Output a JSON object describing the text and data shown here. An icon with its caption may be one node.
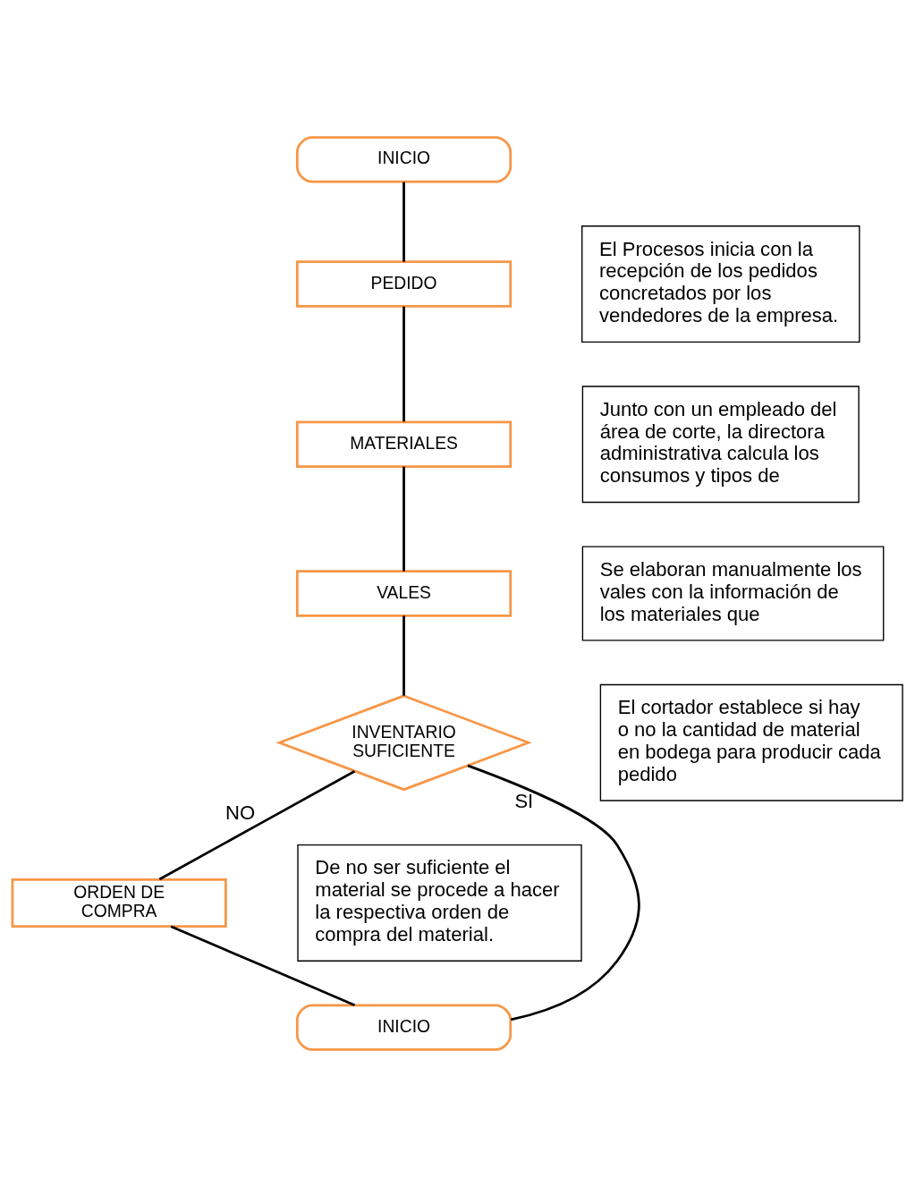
{
  "diagram": {
    "nodes": [
      {
        "text": [
          "INICIO"
        ]
      },
      {
        "text": [
          "PEDIDO"
        ]
      },
      {
        "text": [
          "MATERIALES"
        ]
      },
      {
        "text": [
          "VALES"
        ]
      },
      {
        "text": [
          "INVENTARIO SUFICIENTE"
        ]
      },
      {
        "text": [
          "ORDEN DE COMPRA"
        ]
      },
      {
        "text": [
          "INICIO"
        ]
      },
      {
        "text": [
          "El Procesos inicia con la recepción de los pedidos concretados por los vendedores de la empresa."
        ]
      },
      {
        "text": [
          "Junto con un empleado del área de corte, la directora administrativa calcula los consumos y tipos de"
        ]
      },
      {
        "text": [
          "Se elaboran manualmente los vales con la información de los materiales que"
        ]
      },
      {
        "text": [
          "El cortador establece si hay o no la cantidad de material en bodega para producir cada pedido"
        ]
      },
      {
        "text": [
          "De no ser suficiente el material se procede a hacer la respectiva orden de compra del material."
        ]
      }
    ],
    "edges": [
      {
        "from": 0,
        "to": 1,
        "arrow": "none"
      },
      {
        "from": 1,
        "to": 2,
        "arrow": "none"
      },
      {
        "from": 2,
        "to": 3,
        "arrow": "none"
      },
      {
        "from": 3,
        "to": 4,
        "arrow": "none"
      },
      {
        "from": 4,
        "to": 5,
        "arrow": "none",
        "label": "NO"
      },
      {
        "from": 4,
        "to": 6,
        "arrow": "none",
        "label": "SI"
      },
      {
        "from": 5,
        "to": 6,
        "arrow": "none"
      }
    ]
  }
}
